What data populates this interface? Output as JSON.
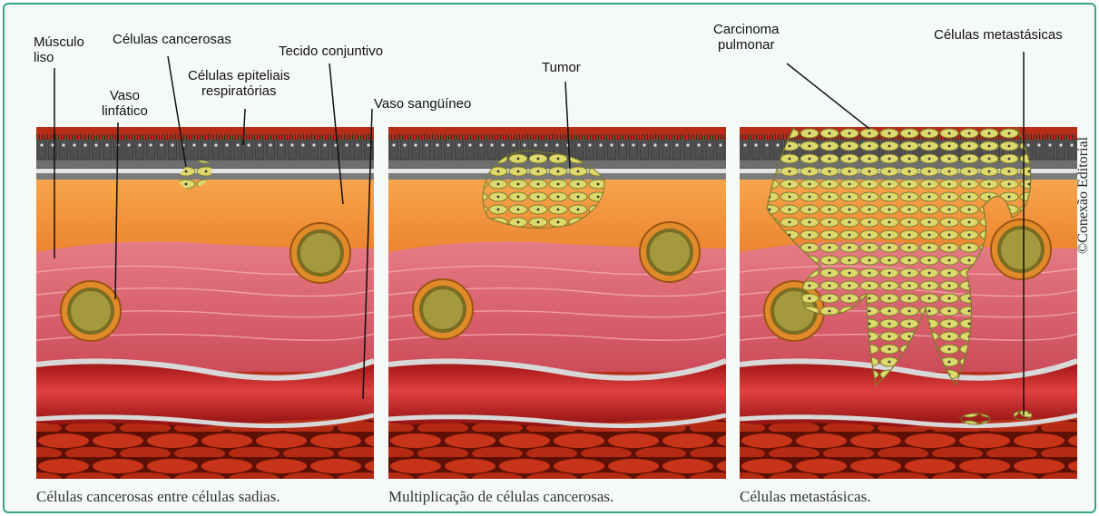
{
  "labels": {
    "musculo": "Músculo\nliso",
    "celulas_cancerosas": "Células cancerosas",
    "tecido": "Tecido conjuntivo",
    "epiteliais": "Células epiteliais\nrespiratórias",
    "vaso_linfatico": "Vaso\nlinfático",
    "vaso_sanguineo": "Vaso sangüíneo",
    "tumor": "Tumor",
    "carcinoma": "Carcinoma\npulmonar",
    "metastasicas": "Células metastásicas"
  },
  "captions": [
    "Células cancerosas entre células sadias.",
    "Multiplicação de células cancerosas.",
    "Células metastásicas."
  ],
  "credit": "©Conexão Editorial",
  "colors": {
    "frame": "#3aa57f",
    "epithelium": "#5a5a5a",
    "connective": "#f2923a",
    "muscle": "#d9606c",
    "blood_vessel": "#b51d1d",
    "deep_tissue": "#8d1a08",
    "cancer_cell": "#c9c760"
  }
}
